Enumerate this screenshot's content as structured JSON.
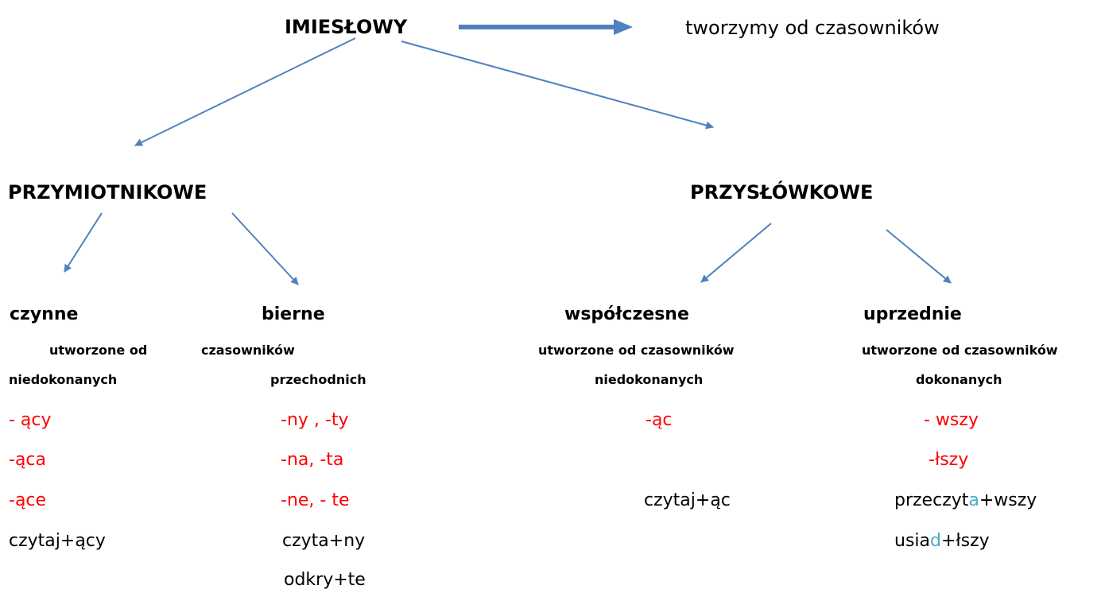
{
  "title": "IMIESŁOWY",
  "note": "tworzymy od czasowników",
  "branches": {
    "left": "PRZYMIOTNIKOWE",
    "right": "PRZYSŁÓWKOWE"
  },
  "columns": {
    "czynne": {
      "name": "czynne",
      "desc_line1": "utworzone od",
      "desc_line2": "niedokonanych",
      "suffixes": [
        "- ący",
        "-ąca",
        "-ące"
      ],
      "examples": [
        "czytaj+ący"
      ]
    },
    "bierne": {
      "name": "bierne",
      "desc_line1": "czasowników",
      "desc_line2": "przechodnich",
      "suffixes": [
        "-ny , -ty",
        "-na,  -ta",
        "-ne, - te"
      ],
      "examples": [
        "czyta+ny",
        "odkry+te"
      ]
    },
    "wspolczesne": {
      "name": "współczesne",
      "desc_line1": "utworzone od  czasowników",
      "desc_line2": "niedokonanych",
      "suffixes": [
        "-ąc"
      ],
      "examples": [
        "czytaj+ąc"
      ]
    },
    "uprzednie": {
      "name": "uprzednie",
      "desc_line1": "utworzone od czasowników",
      "desc_line2": "dokonanych",
      "suffixes": [
        "- wszy",
        "-łszy"
      ],
      "examples": [
        {
          "before": "przeczyt",
          "highlight": "a",
          "after": "+wszy"
        },
        {
          "before": "usia",
          "highlight": "d",
          "after": "+łszy"
        }
      ]
    }
  },
  "colors": {
    "arrow": "#4f81bd",
    "suffix": "#ff0000",
    "highlight": "#4bacc6"
  }
}
